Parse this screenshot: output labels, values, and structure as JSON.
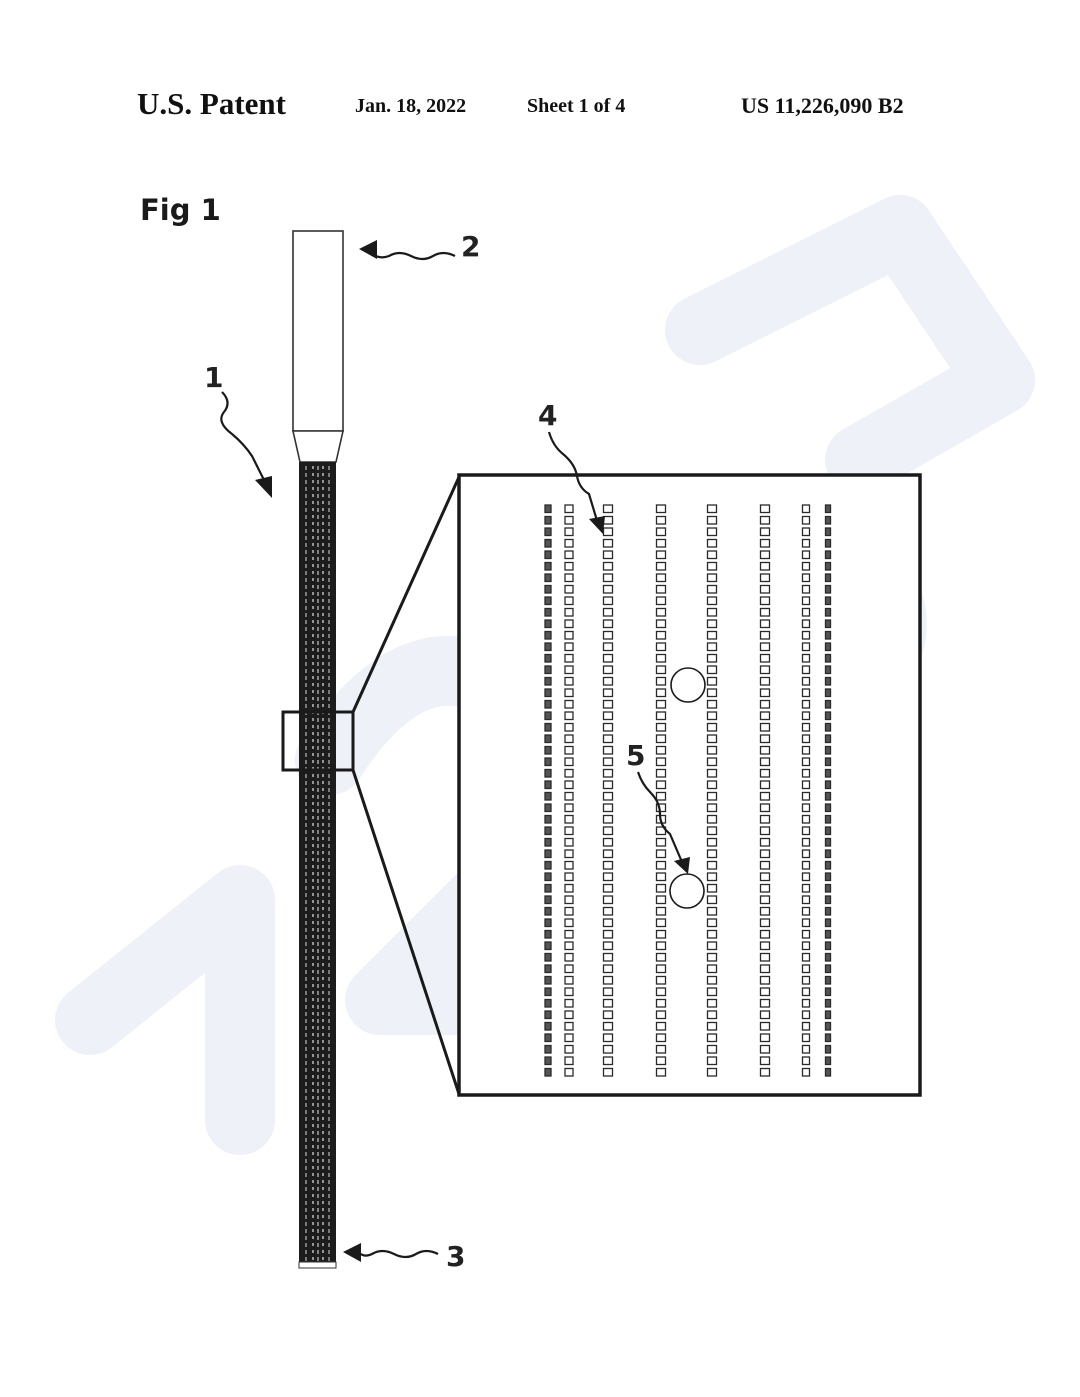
{
  "header": {
    "title": "U.S. Patent",
    "date": "Jan. 18, 2022",
    "sheet": "Sheet 1 of 4",
    "patent_number": "US 11,226,090 B2"
  },
  "figure": {
    "label": "Fig 1",
    "references": {
      "r1": "1",
      "r2": "2",
      "r3": "3",
      "r4": "4",
      "r5": "5"
    }
  },
  "colors": {
    "ink": "#1a1a1a",
    "watermark": "#eef1f8"
  }
}
